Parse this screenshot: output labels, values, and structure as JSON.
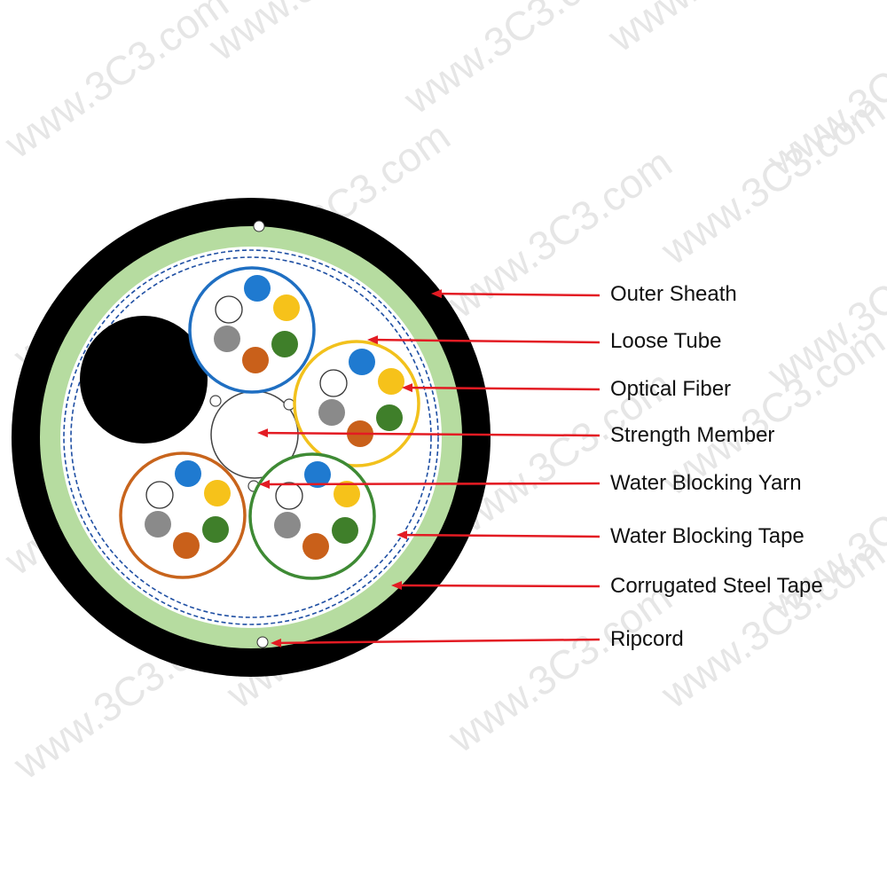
{
  "watermark": "www.3C3.com",
  "labels": [
    {
      "key": "outer_sheath",
      "text": "Outer Sheath"
    },
    {
      "key": "loose_tube",
      "text": "Loose Tube"
    },
    {
      "key": "optical_fiber",
      "text": "Optical Fiber"
    },
    {
      "key": "strength_member",
      "text": "Strength Member"
    },
    {
      "key": "water_blocking_yarn",
      "text": "Water Blocking Yarn"
    },
    {
      "key": "water_blocking_tape",
      "text": "Water Blocking Tape"
    },
    {
      "key": "corrugated_steel_tape",
      "text": "Corrugated Steel Tape"
    },
    {
      "key": "ripcord",
      "text": "Ripcord"
    }
  ],
  "colors": {
    "outer_sheath": "#000000",
    "steel_tape": "#b6dca0",
    "tape_dash": "#1f4fa3",
    "arrow": "#e31b23",
    "tube_blue": "#1f6fc2",
    "tube_yellow": "#f2c11c",
    "tube_orange": "#c8641c",
    "tube_green": "#3e8a34",
    "fiber_white": "#ffffff",
    "fiber_blue": "#1f7ad0",
    "fiber_yellow": "#f6c21a",
    "fiber_gray": "#8a8a8a",
    "fiber_orange": "#c9601a",
    "fiber_green": "#3f7f2a"
  }
}
